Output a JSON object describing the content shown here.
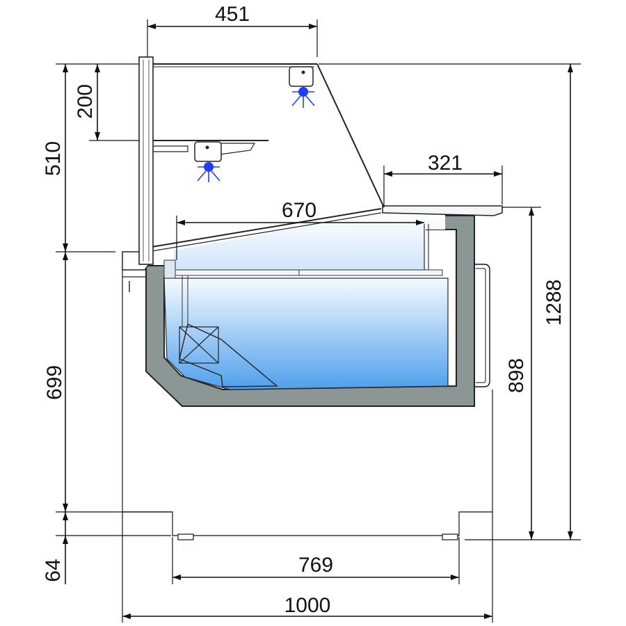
{
  "dimensions": {
    "top_width": "451",
    "glass_drop": "200",
    "upper_height": "510",
    "deck_width": "321",
    "tray_length": "670",
    "base_height": "699",
    "total_height": "1288",
    "counter_height": "898",
    "foot_height": "64",
    "foot_spacing": "769",
    "overall_depth": "1000"
  },
  "colors": {
    "tank_gradient_top": "#f4f9ff",
    "tank_gradient_bottom": "#5aa8f0",
    "insulation": "#8c9795",
    "light": "#1f3cff"
  },
  "icons": [
    "lamp-icon",
    "lamp-icon"
  ]
}
